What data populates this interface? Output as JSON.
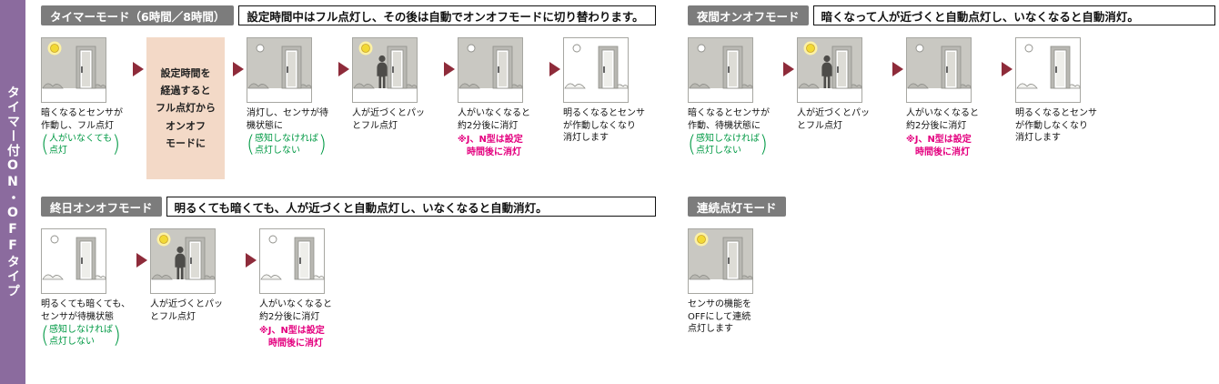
{
  "sidebar": {
    "label": "タイマー付ON・OFFタイプ"
  },
  "colors": {
    "banner": "#8b6b9e",
    "header_chip": "#7c7c7c",
    "arrow": "#8e2b3a",
    "green": "#009944",
    "pink": "#e4007f",
    "timer_box_bg": "#f3d9c7",
    "scene_gray": "#c9c8c2",
    "lamp_yellow": "#f2d935"
  },
  "decor": {
    "paren_open": "(",
    "paren_close": ")"
  },
  "sections": [
    {
      "title": "タイマーモード（6時間／8時間）",
      "description": "設定時間中はフル点灯し、その後は自動でオンオフモードに切り替わります。",
      "steps": [
        {
          "kind": "scene",
          "bg": "dusk",
          "light": true,
          "person": false,
          "caption": "暗くなるとセンサが\n作動し、フル点灯",
          "green_note": "人がいなくても\n点灯"
        },
        {
          "kind": "textbox",
          "text": "設定時間を\n経過すると\nフル点灯から\nオンオフ\nモードに"
        },
        {
          "kind": "scene",
          "bg": "dusk",
          "light": false,
          "person": false,
          "caption": "消灯し、センサが待\n機状態に",
          "green_note": "感知しなければ\n点灯しない"
        },
        {
          "kind": "scene",
          "bg": "dusk",
          "light": true,
          "person": true,
          "caption": "人が近づくとパッ\nとフル点灯"
        },
        {
          "kind": "scene",
          "bg": "dusk",
          "light": false,
          "person": false,
          "caption": "人がいなくなると\n約2分後に消灯",
          "pink_note": "※J、N型は設定\n　時間後に消灯"
        },
        {
          "kind": "scene",
          "bg": "day",
          "light": false,
          "person": false,
          "caption": "明るくなるとセンサ\nが作動しなくなり\n消灯します"
        }
      ]
    },
    {
      "title": "夜間オンオフモード",
      "description": "暗くなって人が近づくと自動点灯し、いなくなると自動消灯。",
      "steps": [
        {
          "kind": "scene",
          "bg": "dusk",
          "light": false,
          "person": false,
          "caption": "暗くなるとセンサが\n作動、待機状態に",
          "green_note": "感知しなければ\n点灯しない"
        },
        {
          "kind": "scene",
          "bg": "dusk",
          "light": true,
          "person": true,
          "caption": "人が近づくとパッ\nとフル点灯"
        },
        {
          "kind": "scene",
          "bg": "dusk",
          "light": false,
          "person": false,
          "caption": "人がいなくなると\n約2分後に消灯",
          "pink_note": "※J、N型は設定\n　時間後に消灯"
        },
        {
          "kind": "scene",
          "bg": "day",
          "light": false,
          "person": false,
          "caption": "明るくなるとセンサ\nが作動しなくなり\n消灯します"
        }
      ]
    },
    {
      "title": "終日オンオフモード",
      "description": "明るくても暗くても、人が近づくと自動点灯し、いなくなると自動消灯。",
      "steps": [
        {
          "kind": "scene",
          "bg": "day",
          "light": false,
          "person": false,
          "caption": "明るくても暗くても、\nセンサが待機状態",
          "green_note": "感知しなければ\n点灯しない"
        },
        {
          "kind": "scene",
          "bg": "dusk",
          "light": true,
          "person": true,
          "caption": "人が近づくとパッ\nとフル点灯"
        },
        {
          "kind": "scene",
          "bg": "day",
          "light": false,
          "person": false,
          "caption": "人がいなくなると\n約2分後に消灯",
          "pink_note": "※J、N型は設定\n　時間後に消灯"
        }
      ]
    },
    {
      "title": "連続点灯モード",
      "description": "",
      "steps": [
        {
          "kind": "scene",
          "bg": "dusk",
          "light": true,
          "person": false,
          "caption": "センサの機能を\nOFFにして連続\n点灯します"
        }
      ]
    }
  ]
}
